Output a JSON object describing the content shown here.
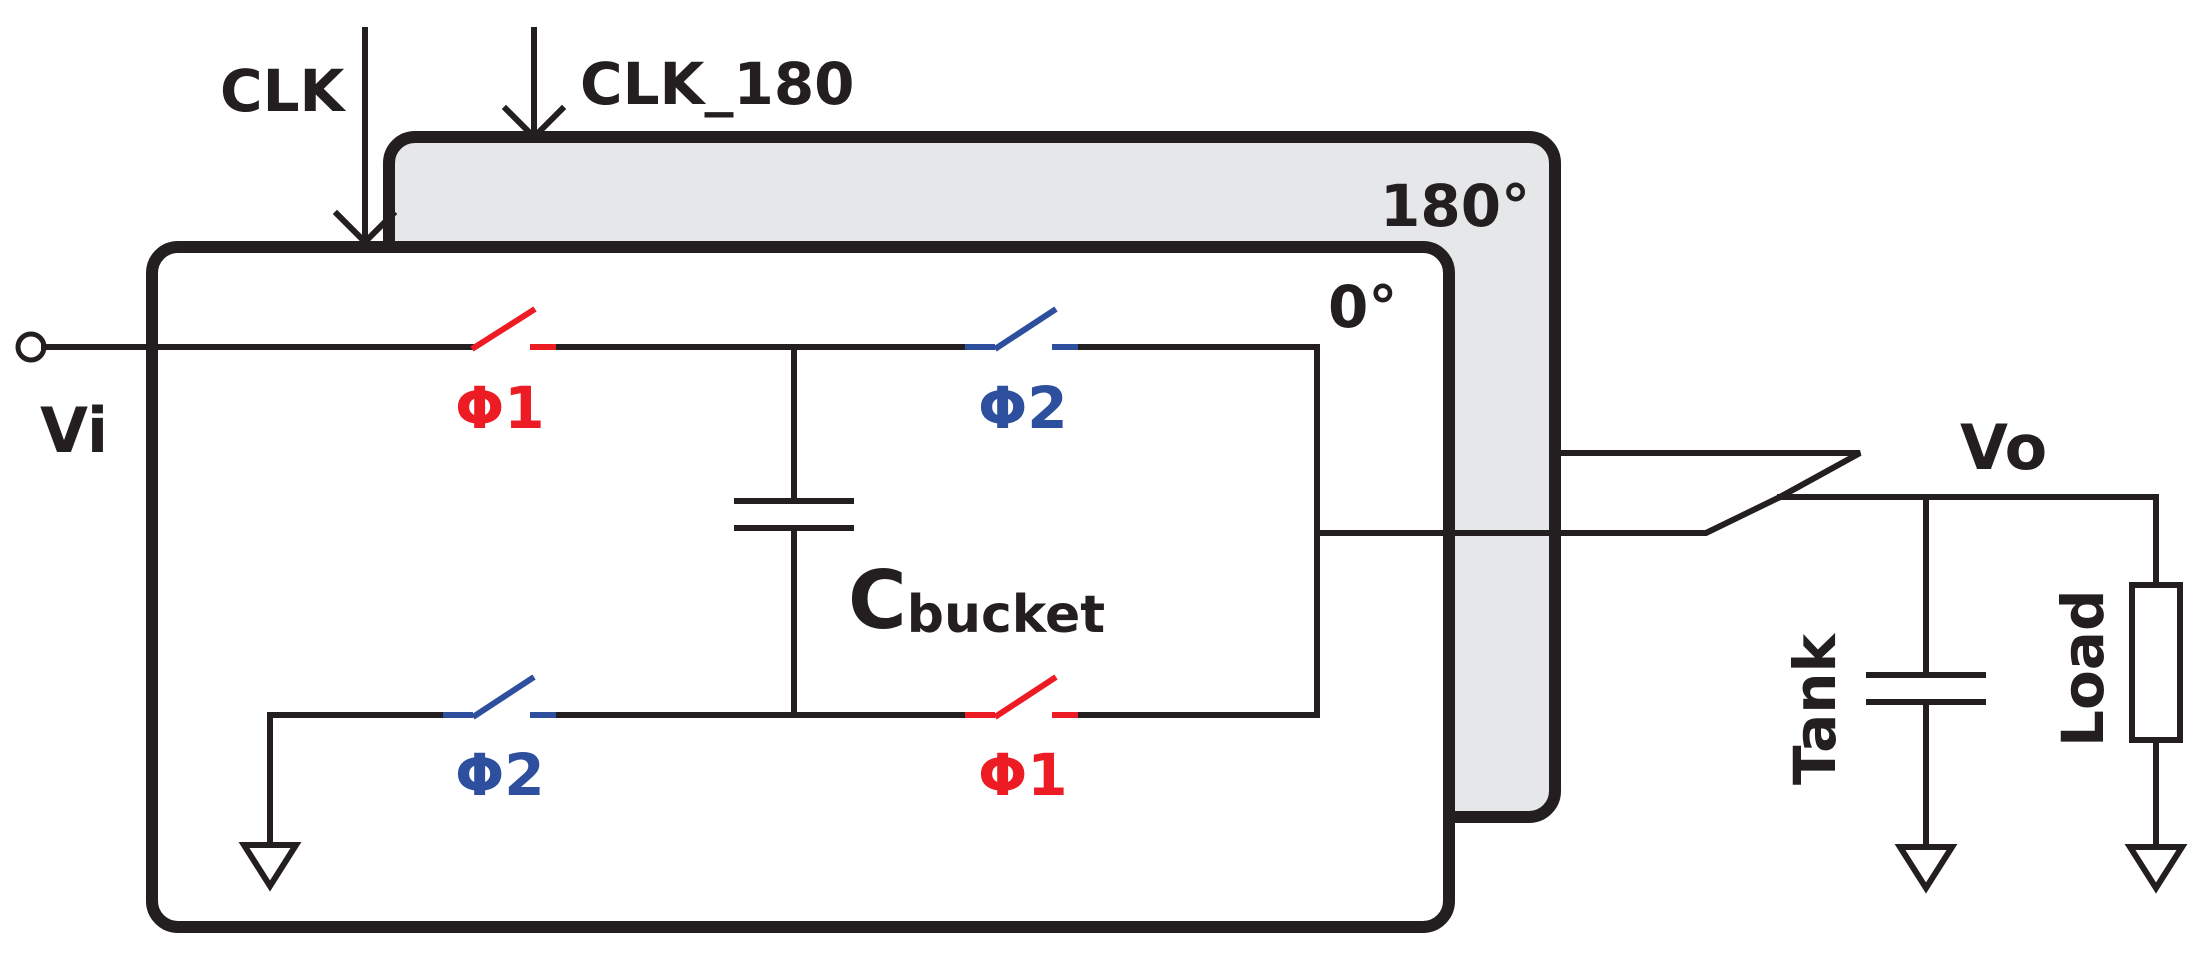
{
  "labels": {
    "clk": "CLK",
    "clk_180": "CLK_180",
    "phase_back": "180°",
    "phase_front": "0°",
    "vi": "Vi",
    "vo": "Vo",
    "phi1_top": "Φ1",
    "phi2_top": "Φ2",
    "phi2_bottom": "Φ2",
    "phi1_bottom": "Φ1",
    "cbucket_main": "C",
    "cbucket_sub": "bucket",
    "tank": "Tank",
    "load": "Load"
  },
  "colors": {
    "wire": "#231f20",
    "phase1": "#ed1c24",
    "phase2": "#2e4f9e",
    "back_fill": "#e6e7e8",
    "front_fill": "#ffffff"
  }
}
